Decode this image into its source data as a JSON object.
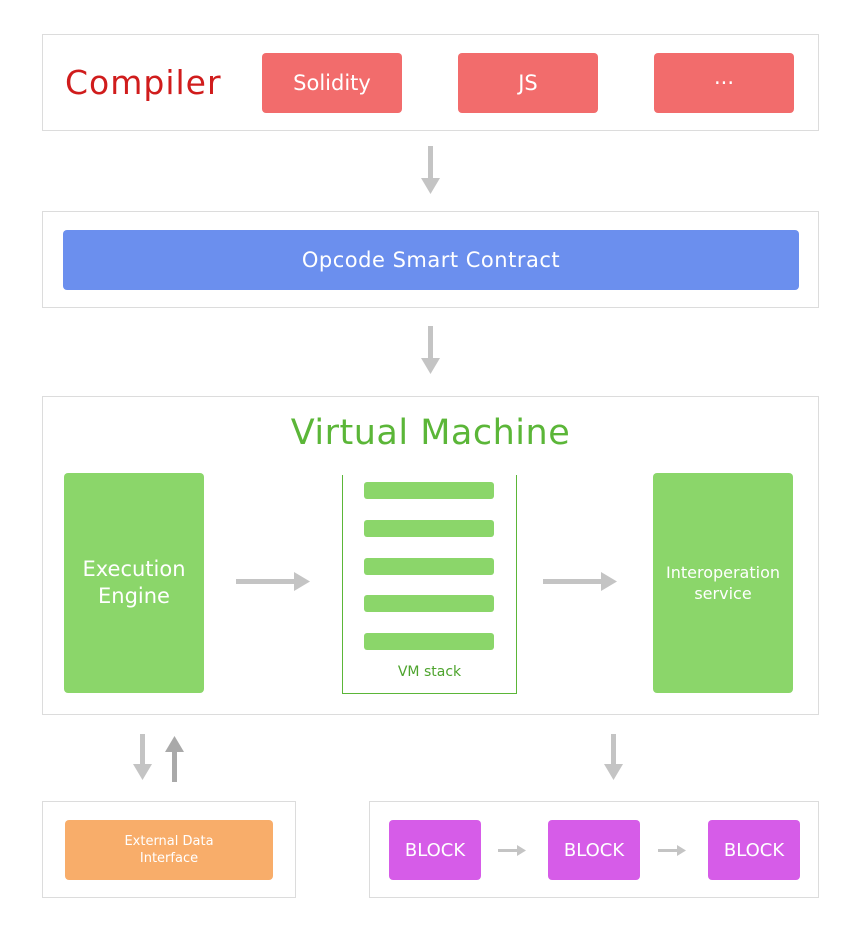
{
  "compiler": {
    "title": "Compiler",
    "languages": [
      "Solidity",
      "JS",
      "···"
    ]
  },
  "opcode": {
    "label": "Opcode Smart Contract"
  },
  "vm": {
    "title": "Virtual Machine",
    "execution_engine": "Execution\nEngine",
    "stack_label": "VM stack",
    "interop": "Interoperation\nservice"
  },
  "external": {
    "label": "External Data\nInterface"
  },
  "blocks": [
    "BLOCK",
    "BLOCK",
    "BLOCK"
  ],
  "colors": {
    "compiler_title": "#d01c1c",
    "compiler_pill": "#f26c6c",
    "opcode_bar": "#6b8fee",
    "vm_title": "#5bb638",
    "vm_box": "#8bd66a",
    "external_box": "#f8ad6a",
    "block_box": "#d65ce8",
    "arrow": "#c4c4c4"
  }
}
